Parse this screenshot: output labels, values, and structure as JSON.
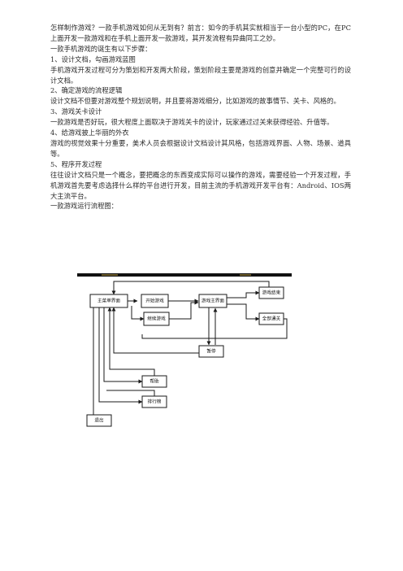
{
  "document": {
    "paragraphs": [
      "怎样制作游戏？一款手机游戏如何从无到有？前言：如今的手机其实就相当于一台小型的PC，在PC上面开发一款游戏和在手机上面开发一款游戏，其开发流程有异曲同工之妙。",
      "一款手机游戏的诞生有以下步骤：",
      "1、设计文档，勾画游戏蓝图",
      "手机游戏开发过程可分为策划和开发两大阶段，策划阶段主要是游戏的创意并确定一个完整可行的设计文档。",
      "2、确定游戏的流程逻辑",
      "设计文档不但要对游戏整个规划说明，并且要将游戏细分，比如游戏的故事情节、关卡、风格的。",
      "3、游戏关卡设计",
      "一款游戏是否好玩，很大程度上面取决于游戏关卡的设计，玩家通过过关来获得经验、升值等。",
      "4、给游戏披上华丽的外衣",
      "游戏的视觉效果十分重要，美术人员会根据设计文档设计其风格，包括游戏界面、人物、场景、道具等。",
      "5、程序开发过程",
      "往往设计文档只是一个概念，要把概念的东西变成实际可以操作的游戏，需要经验一个开发过程，手机游戏首先要考虑选择什么样的平台进行开发，目前主流的手机游戏开发平台有：Android、IOS两大主流平台。",
      "一款游戏运行流程图："
    ]
  },
  "flowchart": {
    "nodes": {
      "main_menu": "主菜单界面",
      "start_game": "开始游戏",
      "continue_game": "继续游戏",
      "game_main": "游戏主界面",
      "game_over": "游戏结束",
      "all_clear": "全部通关",
      "pause": "暂停",
      "help": "帮助",
      "leaderboard": "排行榜",
      "exit": "退出"
    }
  }
}
